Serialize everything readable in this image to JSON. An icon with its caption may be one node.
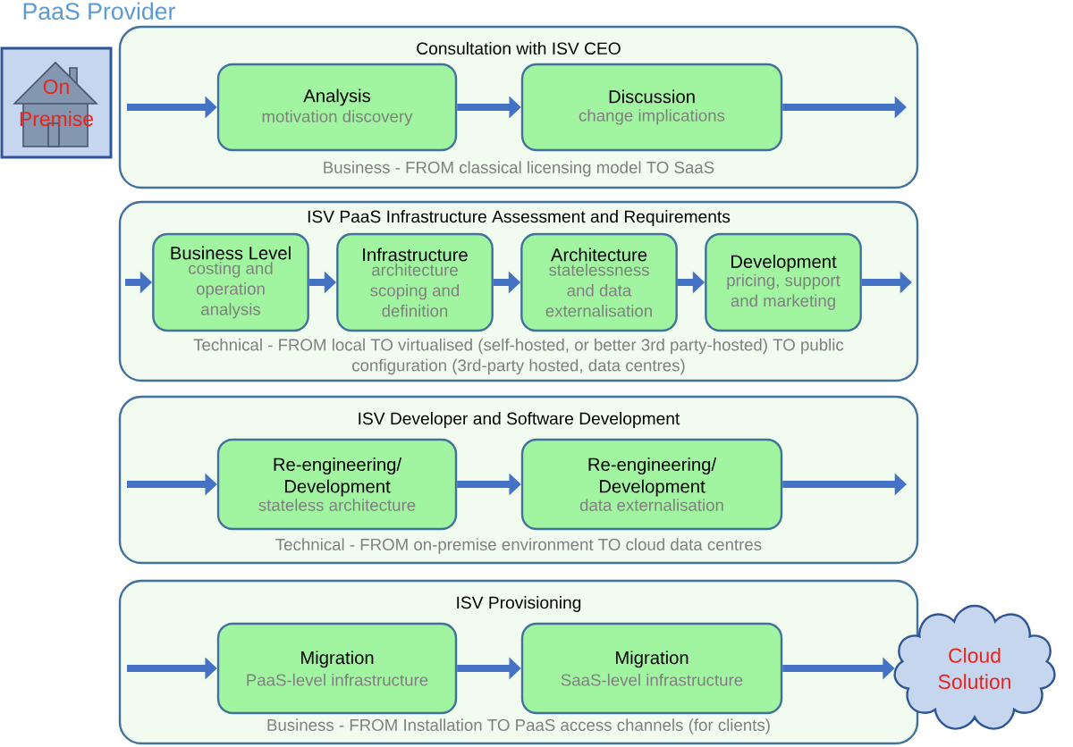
{
  "diagram": {
    "title": "PaaS Provider",
    "nodes": [
      {
        "text": [
          "On Premise"
        ]
      },
      {
        "text": [
          "Consultation with ISV CEO",
          "Business - FROM classical licensing model TO SaaS"
        ]
      },
      {
        "text": [
          "Analysis",
          "motivation discovery"
        ],
        "in": 1
      },
      {
        "text": [
          "Discussion",
          "change implications"
        ],
        "in": 1
      },
      {
        "text": [
          "ISV PaaS Infrastructure Assessment and Requirements",
          "Technical - FROM local TO virtualised (self-hosted, or better 3rd party-hosted) TO public configuration (3rd-party hosted, data centres)"
        ]
      },
      {
        "text": [
          "Business Level",
          "costing and operation analysis"
        ],
        "in": 4
      },
      {
        "text": [
          "Infrastructure",
          "architecture scoping and definition"
        ],
        "in": 4
      },
      {
        "text": [
          "Architecture",
          "statelessness and data externalisation"
        ],
        "in": 4
      },
      {
        "text": [
          "Development",
          "pricing, support and marketing"
        ],
        "in": 4
      },
      {
        "text": [
          "ISV Developer and Software Development",
          "Technical - FROM on-premise environment TO cloud data centres"
        ]
      },
      {
        "text": [
          "Re-engineering/ Development",
          "stateless architecture"
        ],
        "in": 9
      },
      {
        "text": [
          "Re-engineering/ Development",
          "data externalisation"
        ],
        "in": 9
      },
      {
        "text": [
          "ISV Provisioning",
          "Business - FROM Installation TO PaaS access channels (for clients)"
        ]
      },
      {
        "text": [
          "Migration",
          "PaaS-level infrastructure"
        ],
        "in": 12
      },
      {
        "text": [
          "Migration",
          "SaaS-level infrastructure"
        ],
        "in": 12
      },
      {
        "text": [
          "Cloud Solution"
        ]
      }
    ],
    "edges": [
      {
        "from": null,
        "to": 2,
        "arrow": "to"
      },
      {
        "from": 2,
        "to": 3,
        "arrow": "to"
      },
      {
        "from": 3,
        "to": null,
        "arrow": "to"
      },
      {
        "from": null,
        "to": 5,
        "arrow": "to"
      },
      {
        "from": 5,
        "to": 6,
        "arrow": "to"
      },
      {
        "from": 6,
        "to": 7,
        "arrow": "to"
      },
      {
        "from": 7,
        "to": 8,
        "arrow": "to"
      },
      {
        "from": 8,
        "to": null,
        "arrow": "to"
      },
      {
        "from": null,
        "to": 10,
        "arrow": "to"
      },
      {
        "from": 10,
        "to": 11,
        "arrow": "to"
      },
      {
        "from": 11,
        "to": null,
        "arrow": "to"
      },
      {
        "from": null,
        "to": 13,
        "arrow": "to"
      },
      {
        "from": 13,
        "to": 14,
        "arrow": "to"
      },
      {
        "from": 14,
        "to": 15,
        "arrow": "to"
      }
    ]
  }
}
